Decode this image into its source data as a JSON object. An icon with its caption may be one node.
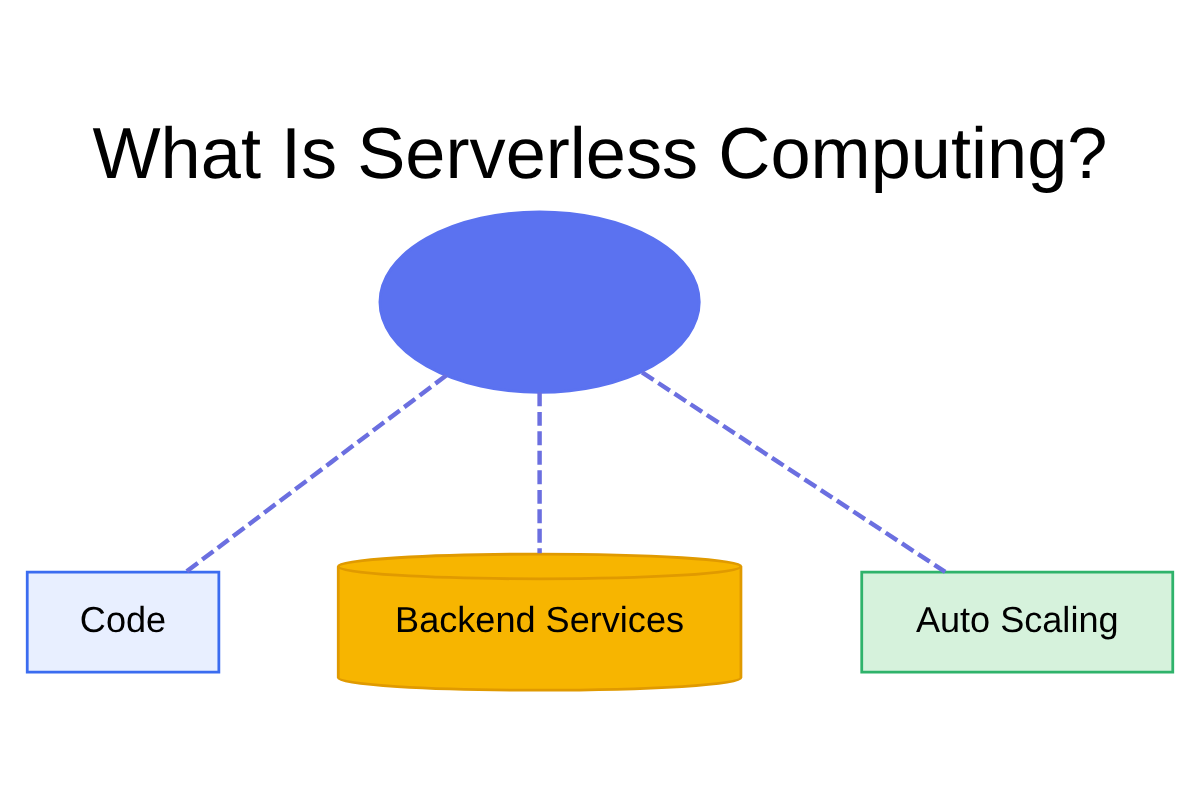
{
  "diagram": {
    "title": "What Is Serverless Computing?",
    "nodes": [
      {
        "text": [],
        "shape": "cloud"
      },
      {
        "text": [
          "Code"
        ]
      },
      {
        "text": [
          "Backend Services"
        ]
      },
      {
        "text": [
          "Auto Scaling"
        ]
      }
    ],
    "edges": [
      {
        "from": 0,
        "to": 1,
        "arrow": "none",
        "style": "dashed"
      },
      {
        "from": 0,
        "to": 2,
        "arrow": "none",
        "style": "dashed"
      },
      {
        "from": 0,
        "to": 3,
        "arrow": "none",
        "style": "dashed"
      }
    ]
  }
}
